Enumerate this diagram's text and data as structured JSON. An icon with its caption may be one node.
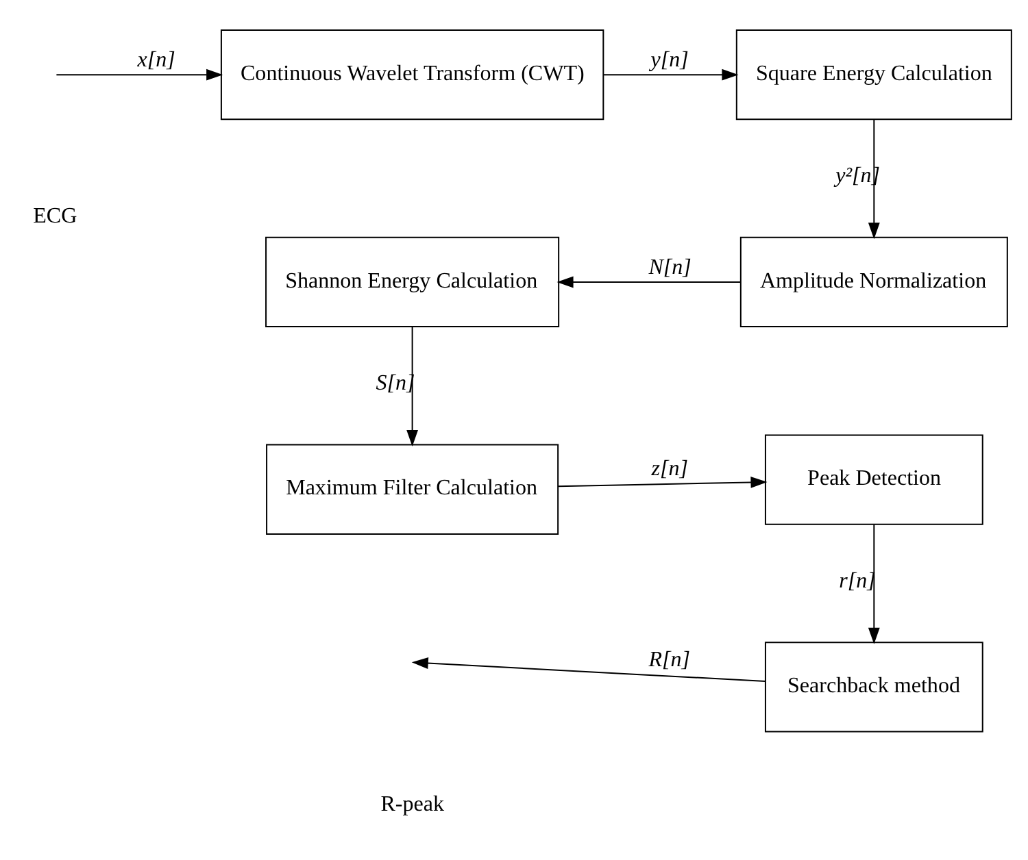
{
  "diagram": {
    "nodes": [
      {
        "text": [
          "Continuous Wavelet Transform (CWT)"
        ]
      },
      {
        "text": [
          "Square Energy Calculation"
        ]
      },
      {
        "text": [
          "Amplitude Normalization"
        ]
      },
      {
        "text": [
          "Shannon Energy Calculation"
        ]
      },
      {
        "text": [
          "Maximum Filter Calculation"
        ]
      },
      {
        "text": [
          "Peak Detection"
        ]
      },
      {
        "text": [
          "Searchback method"
        ]
      }
    ],
    "edges": [
      {
        "from": null,
        "to": 0,
        "arrow": "to",
        "label": "x[n]"
      },
      {
        "from": 0,
        "to": 1,
        "arrow": "to",
        "label": "y[n]"
      },
      {
        "from": 1,
        "to": 2,
        "arrow": "to",
        "label": "y²[n]"
      },
      {
        "from": 2,
        "to": 3,
        "arrow": "to",
        "label": "N[n]"
      },
      {
        "from": 3,
        "to": 4,
        "arrow": "to",
        "label": "S[n]"
      },
      {
        "from": 4,
        "to": 5,
        "arrow": "to",
        "label": "z[n]"
      },
      {
        "from": 5,
        "to": 6,
        "arrow": "to",
        "label": "r[n]"
      },
      {
        "from": 6,
        "to": null,
        "arrow": "to",
        "label": "R[n]"
      }
    ],
    "labels": [
      "ECG",
      "R-peak"
    ]
  }
}
